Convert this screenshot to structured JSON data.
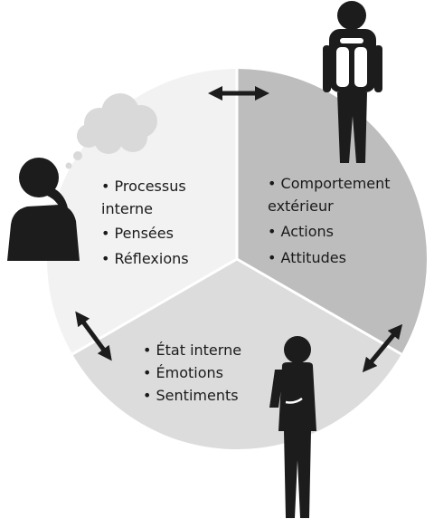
{
  "segments": [
    {
      "id": "internal",
      "color": "#f2f2f2",
      "lines": [
        "• Processus",
        "interne",
        "• Pensées",
        "• Réflexions"
      ]
    },
    {
      "id": "external",
      "color": "#bdbdbd",
      "lines": [
        "• Comportement",
        "extérieur",
        "• Actions",
        "• Attitudes"
      ]
    },
    {
      "id": "state",
      "color": "#dcdcdc",
      "lines": [
        "• État interne",
        "• Émotions",
        "• Sentiments"
      ]
    }
  ],
  "icons": {
    "thinking_person": "thinking-person-icon",
    "hiker": "hiker-with-backpack-icon",
    "standing_person": "standing-person-icon",
    "thought_cloud": "thought-cloud-icon",
    "arrow": "double-arrow-icon"
  },
  "colors": {
    "figure": "#1c1c1c",
    "cloud": "#d9d9d9",
    "divider": "#ffffff"
  }
}
